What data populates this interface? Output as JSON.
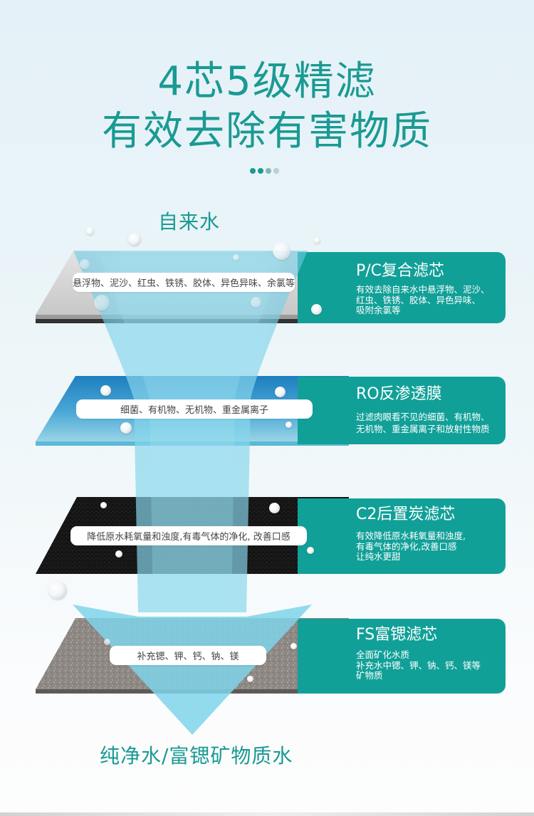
{
  "header": {
    "title_line1": "4芯5级精滤",
    "title_line2": "有效去除有害物质",
    "page_dots": [
      {
        "color": "#1a9a92",
        "active": true
      },
      {
        "color": "#1a9a92",
        "active": true
      },
      {
        "color": "#7fb7b2",
        "active": false
      },
      {
        "color": "#b5d3d1",
        "active": false
      }
    ]
  },
  "flow": {
    "input_label": "自来水",
    "output_label": "纯净水/富锶矿物质水"
  },
  "stages": [
    {
      "name": "P/C复合滤芯",
      "description_lines": [
        "有效去除自来水中悬浮物、泥沙、",
        "红虫、铁锈、胶体、异色异味、",
        "吸附余氯等"
      ],
      "removes_label": "悬浮物、泥沙、红虫、铁锈、胶体、异色异味、余氯等",
      "material": "grey-composite"
    },
    {
      "name": "RO反渗透膜",
      "description_lines": [
        "过滤肉眼看不见的细菌、有机物、",
        "无机物、重金属离子和放射性物质"
      ],
      "removes_label": "细菌、有机物、无机物、重金属离子",
      "material": "blue-membrane"
    },
    {
      "name": "C2后置炭滤芯",
      "description_lines": [
        "有效降低原水耗氧量和浊度,",
        "有毒气体的净化,改善口感",
        "让纯水更甜"
      ],
      "removes_label": "降低原水耗氧量和浊度,有毒气体的净化, 改善口感",
      "material": "black-carbon"
    },
    {
      "name": "FS富锶滤芯",
      "description_lines": [
        "全面矿化水质",
        "补充水中锶、钾、钠、钙、镁等",
        "矿物质"
      ],
      "removes_label": "补充锶、钾、钙、钠、镁",
      "material": "grey-mineral-stone"
    }
  ],
  "colors": {
    "accent": "#1a9a92",
    "card_bg": "#11a098",
    "water": "#7fd3ea"
  }
}
